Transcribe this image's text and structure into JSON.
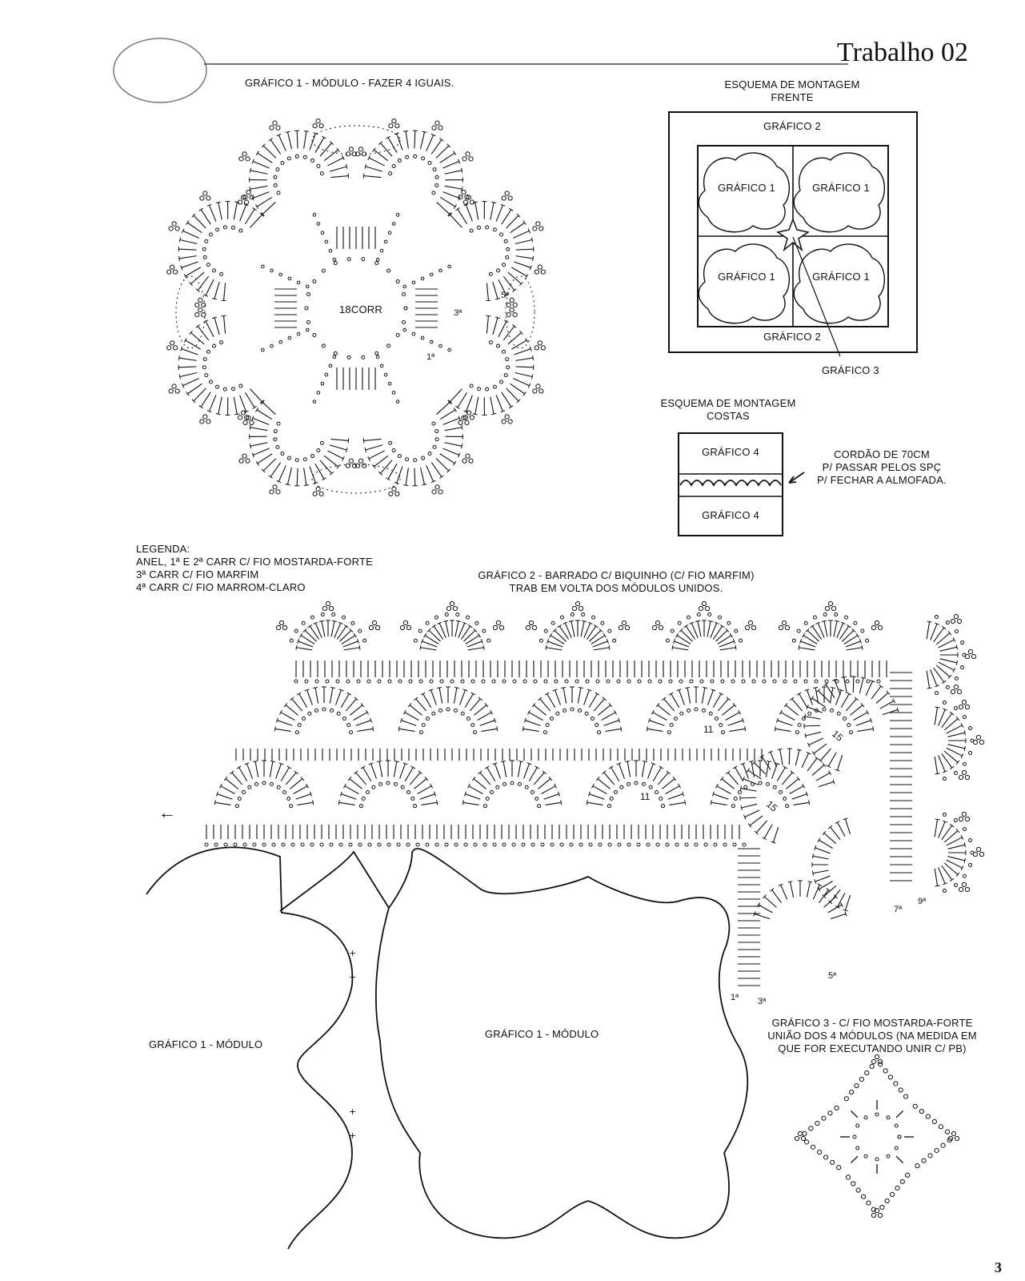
{
  "header": {
    "title": "Trabalho 02",
    "page_number": "3"
  },
  "grafico1": {
    "title": "GRÁFICO 1 - MÓDULO - FAZER 4 IGUAIS.",
    "center_label": "18CORR",
    "round_marks": [
      "1ª",
      "3ª",
      "5ª"
    ]
  },
  "frente": {
    "title_line1": "ESQUEMA DE MONTAGEM",
    "title_line2": "FRENTE",
    "top_label": "GRÁFICO 2",
    "bottom_label": "GRÁFICO 2",
    "cells": [
      "GRÁFICO 1",
      "GRÁFICO 1",
      "GRÁFICO 1",
      "GRÁFICO 1"
    ],
    "callout": "GRÁFICO 3"
  },
  "costas": {
    "title_line1": "ESQUEMA DE MONTAGEM",
    "title_line2": "COSTAS",
    "top_label": "GRÁFICO 4",
    "bottom_label": "GRÁFICO 4",
    "note_line1": "CORDÃO DE 70CM",
    "note_line2": "P/ PASSAR PELOS SPÇ",
    "note_line3": "P/ FECHAR A ALMOFADA."
  },
  "legenda": {
    "title": "LEGENDA:",
    "line1": "ANEL, 1ª E 2ª CARR C/ FIO MOSTARDA-FORTE",
    "line2": "3ª CARR C/ FIO MARFIM",
    "line3": "4ª CARR C/ FIO MARROM-CLARO"
  },
  "grafico2": {
    "title_line1": "GRÁFICO 2 - BARRADO C/ BIQUINHO (C/ FIO MARFIM)",
    "title_line2": "TRAB EM VOLTA DOS MÓDULOS UNIDOS.",
    "arrow": "←",
    "counts": [
      "11",
      "11",
      "15",
      "15"
    ],
    "round_marks": [
      "1ª",
      "3ª",
      "5ª",
      "7ª",
      "9ª"
    ]
  },
  "modules": {
    "left_label": "GRÁFICO 1 - MÓDULO",
    "center_label": "GRÁFICO 1 - MÓDULO"
  },
  "grafico3": {
    "title_line1": "GRÁFICO 3 - C/ FIO MOSTARDA-FORTE",
    "title_line2": "UNIÃO DOS 4 MÓDULOS (NA MEDIDA EM",
    "title_line3": "QUE FOR EXECUTANDO UNIR C/ PB)"
  }
}
